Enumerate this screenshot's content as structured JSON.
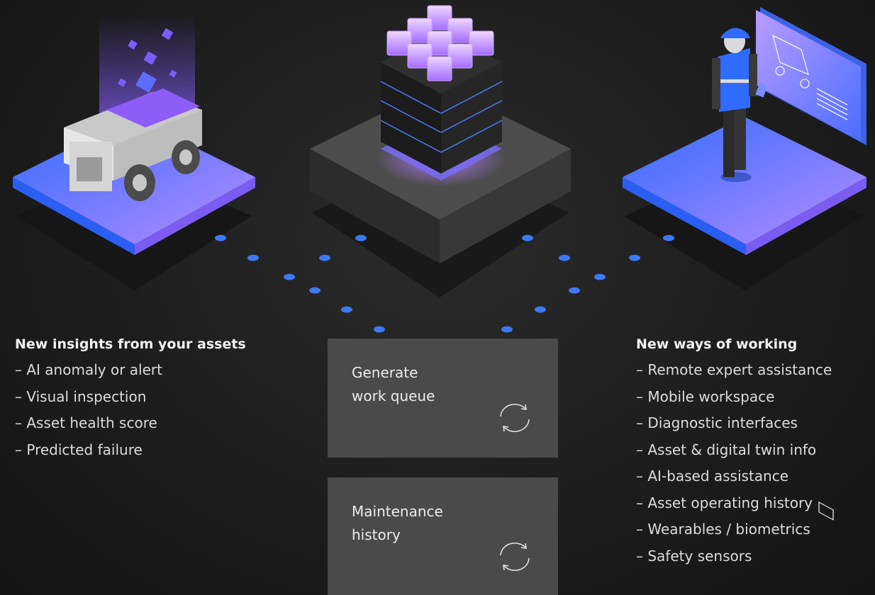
{
  "left_panel": {
    "heading": "New insights from your assets",
    "items": [
      "AI anomaly or alert",
      "Visual inspection",
      "Asset health score",
      "Predicted failure"
    ]
  },
  "cards": [
    {
      "line1": "Generate",
      "line2": "work queue",
      "icon": "refresh-icon"
    },
    {
      "line1": "Maintenance",
      "line2": "history",
      "icon": "refresh-icon"
    }
  ],
  "right_panel": {
    "heading": "New ways of working",
    "items": [
      "Remote expert assistance",
      "Mobile workspace",
      "Diagnostic interfaces",
      "Asset & digital twin info",
      "AI-based assistance",
      "Asset operating history",
      "Wearables / biometrics",
      "Safety sensors"
    ]
  },
  "colors": {
    "background": "#1d1d1d",
    "accent_blue": "#3a6cf4",
    "accent_purple": "#a27bf7",
    "card": "#4a4a4a",
    "dots": "#3d79f2"
  }
}
